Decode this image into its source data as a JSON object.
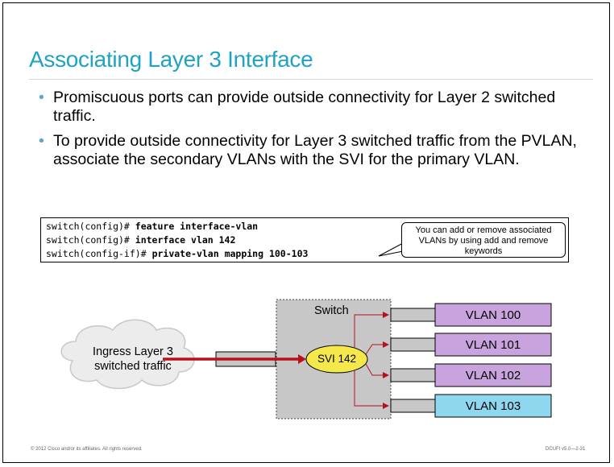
{
  "slide": {
    "title": "Associating  Layer 3 Interface",
    "bullets": [
      "Promiscuous ports can provide outside connectivity for Layer 2 switched traffic.",
      "To provide outside connectivity for Layer 3 switched traffic from the PVLAN, associate the secondary VLANs with the SVI for the primary VLAN."
    ]
  },
  "cli": {
    "lines": [
      {
        "prompt": "switch(config)# ",
        "command": "feature interface-vlan"
      },
      {
        "prompt": "switch(config)# ",
        "command": "interface vlan 142"
      },
      {
        "prompt": "switch(config-if)# ",
        "command": "private-vlan mapping 100-103"
      }
    ],
    "callout": "You can add or remove associated VLANs by using add and remove keywords"
  },
  "diagram": {
    "cloud_label_1": "Ingress Layer 3",
    "cloud_label_2": "switched traffic",
    "switch_label": "Switch",
    "svi_label": "SVI 142",
    "vlans": [
      {
        "label": "VLAN 100",
        "color": "#c9a3dd"
      },
      {
        "label": "VLAN 101",
        "color": "#c9a3dd"
      },
      {
        "label": "VLAN 102",
        "color": "#c9a3dd"
      },
      {
        "label": "VLAN 103",
        "color": "#8fd7ef"
      }
    ],
    "arrow_color": "#b5121b",
    "svi_color": "#f5e84a"
  },
  "footer": {
    "left": "© 2012 Cisco and/or its affiliates. All rights reserved.",
    "right": "DCUFI v5.0—2-31"
  }
}
